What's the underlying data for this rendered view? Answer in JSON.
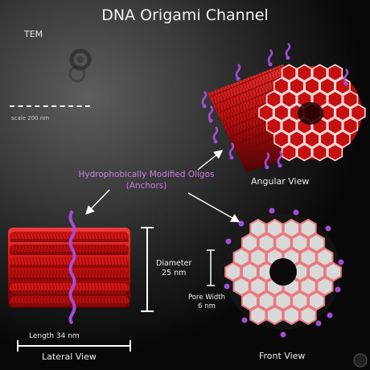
{
  "title": "DNA Origami Channel",
  "tem_label": "TEM",
  "scale_label": "scale 200 nm",
  "anchors_label_line1": "Hydrophobically Modified Oligos",
  "anchors_label_line2": "(Anchors)",
  "angular_view_label": "Angular View",
  "lateral_view_label": "Lateral View",
  "front_view_label": "Front View",
  "diameter_label": "Diameter",
  "diameter_value": "25 nm",
  "pore_label": "Pore Width",
  "pore_value": "6 nm",
  "length_label": "Length 34 nm",
  "colors": {
    "helix_red": "#d01414",
    "helix_dark": "#6a0606",
    "anchor_purple": "#a24dd6",
    "label_purple": "#cc7be6",
    "front_ring": "#e97a80"
  }
}
